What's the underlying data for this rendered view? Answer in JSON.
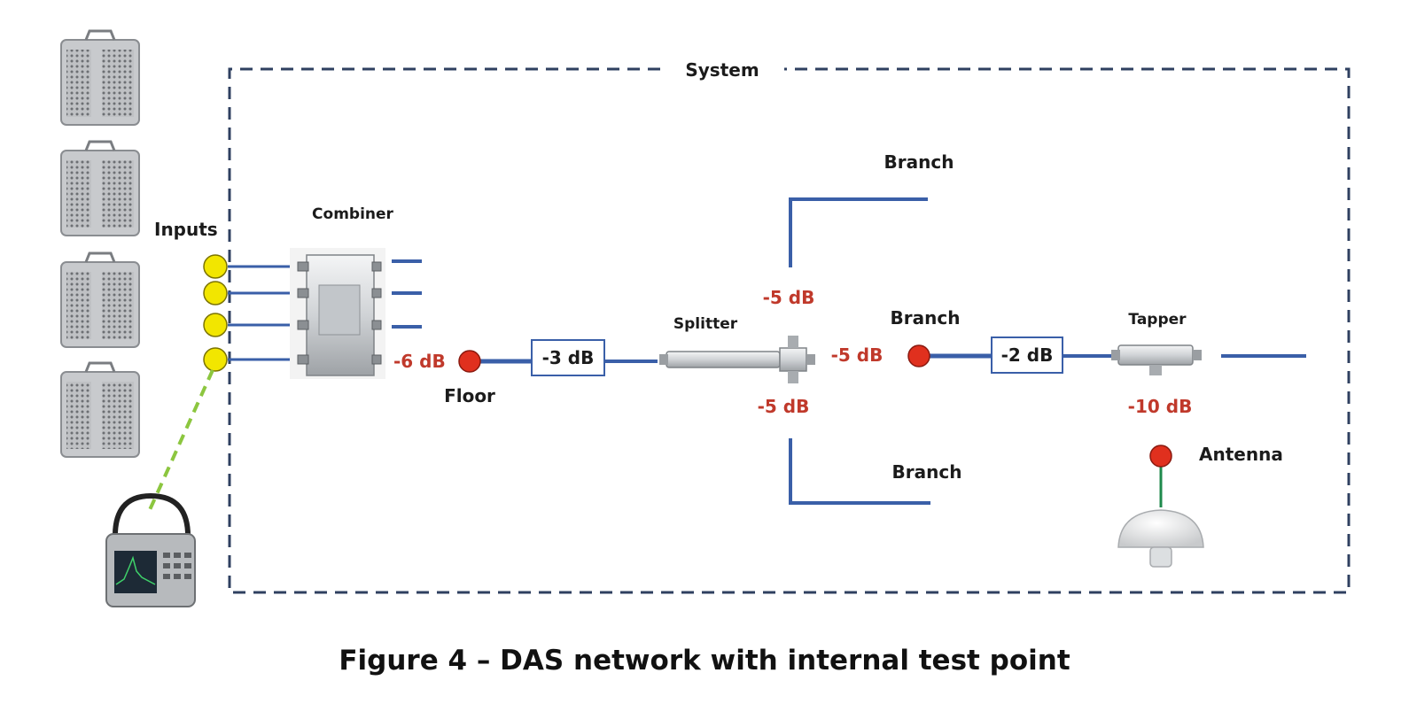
{
  "diagram": {
    "system_label": "System",
    "inputs_label": "Inputs",
    "combiner_label": "Combiner",
    "splitter_label": "Splitter",
    "tapper_label": "Tapper",
    "floor_label": "Floor",
    "antenna_label": "Antenna",
    "branch_top_label": "Branch",
    "branch_mid_label": "Branch",
    "branch_bottom_label": "Branch",
    "combiner_loss": "-6 dB",
    "attenuator_1": "-3 dB",
    "splitter_top_loss": "-5 dB",
    "splitter_right_loss": "-5 dB",
    "splitter_bottom_loss": "-5 dB",
    "attenuator_2": "-2 dB",
    "tapper_loss": "-10 dB"
  },
  "colors": {
    "cable": "#3a5fa8",
    "system_border": "#2f4060",
    "test_link": "#8cc63f",
    "input_port": "#f2e600",
    "test_point": "#e0301e",
    "loss_text": "#c0392b",
    "antenna_mast": "#1f8a4c"
  },
  "caption": "Figure 4 – DAS network with internal test point"
}
